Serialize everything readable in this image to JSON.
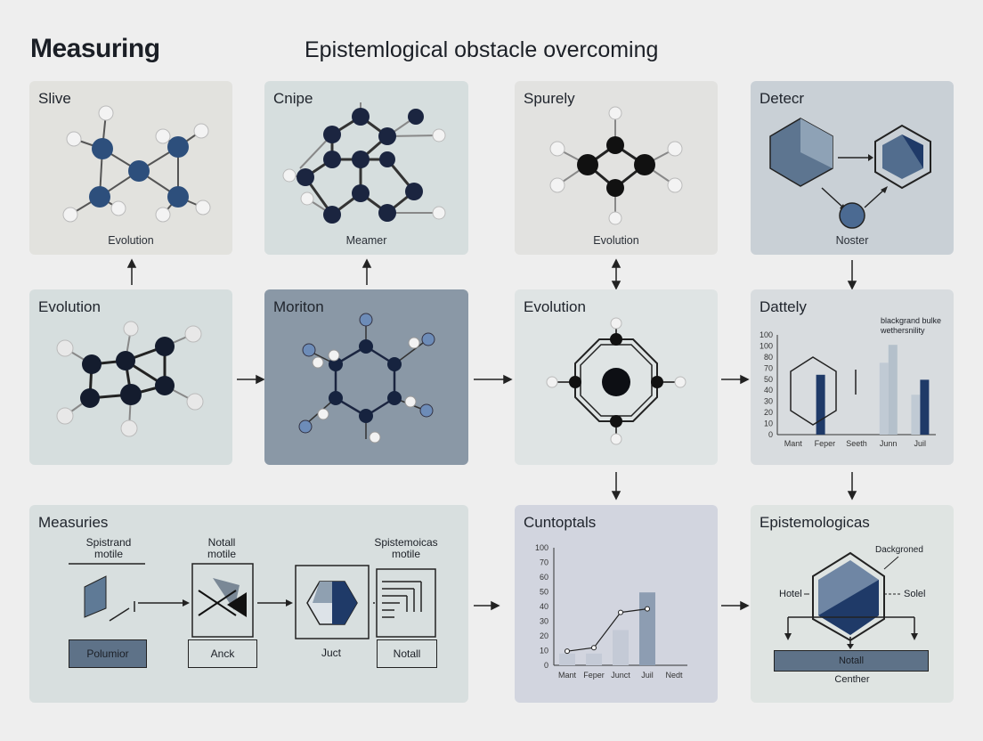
{
  "header": {
    "title": "Measuring",
    "subtitle": "Epistemlogical obstacle overcoming"
  },
  "panels": {
    "p1": {
      "label": "Slive",
      "caption": "Evolution"
    },
    "p2": {
      "label": "Cnipe",
      "caption": "Meamer"
    },
    "p3": {
      "label": "Spurely",
      "caption": "Evolution"
    },
    "p4": {
      "label": "Detecr",
      "caption": "Noster"
    },
    "p5": {
      "label": "Evolution"
    },
    "p6": {
      "label": "Moriton"
    },
    "p7": {
      "label": "Evolution"
    },
    "p8": {
      "label": "Dattely",
      "note": "blackgrand bulke",
      "note2": "wethersnility"
    },
    "p9": {
      "label": "Measuries",
      "col1_title": "Spistrand",
      "col1_sub": "motile",
      "col1_box": "Polumior",
      "col2_title": "Notall",
      "col2_sub": "motile",
      "col2_box": "Anck",
      "col3_title": "Spistemoicas",
      "col3_sub": "motile",
      "col3_box": "Juct",
      "col4_box": "Notall"
    },
    "p10": {
      "label": "Cuntoptals"
    },
    "p11": {
      "label": "Epistemologicas",
      "top_label": "Dackgroned",
      "left_label": "Hotel",
      "right_label": "Solel",
      "bar_label": "Notall",
      "bottom_label": "Centher"
    }
  },
  "chart_data": [
    {
      "type": "bar",
      "title": "",
      "categories": [
        "Mant",
        "Feper",
        "Seeth",
        "Junn",
        "Juil"
      ],
      "yticks": [
        0,
        10,
        20,
        30,
        40,
        50,
        70,
        80,
        100,
        100
      ],
      "series": [
        {
          "values": [
            0,
            60,
            0,
            72,
            40
          ]
        },
        {
          "values": [
            0,
            0,
            0,
            90,
            55
          ]
        }
      ]
    },
    {
      "type": "bar",
      "title": "",
      "categories": [
        "Mant",
        "Feper",
        "Junct",
        "Juil",
        "Nedt"
      ],
      "yticks": [
        0,
        10,
        20,
        30,
        40,
        50,
        60,
        70,
        100
      ],
      "series": [
        {
          "values": [
            10,
            10,
            30,
            62,
            0
          ]
        }
      ],
      "line": [
        12,
        15,
        45,
        48,
        null
      ]
    }
  ],
  "colors": {
    "navy": "#182848",
    "steel": "#4b6a92",
    "panel_light": "#dfe4e4",
    "panel_mid": "#8a98a6"
  }
}
